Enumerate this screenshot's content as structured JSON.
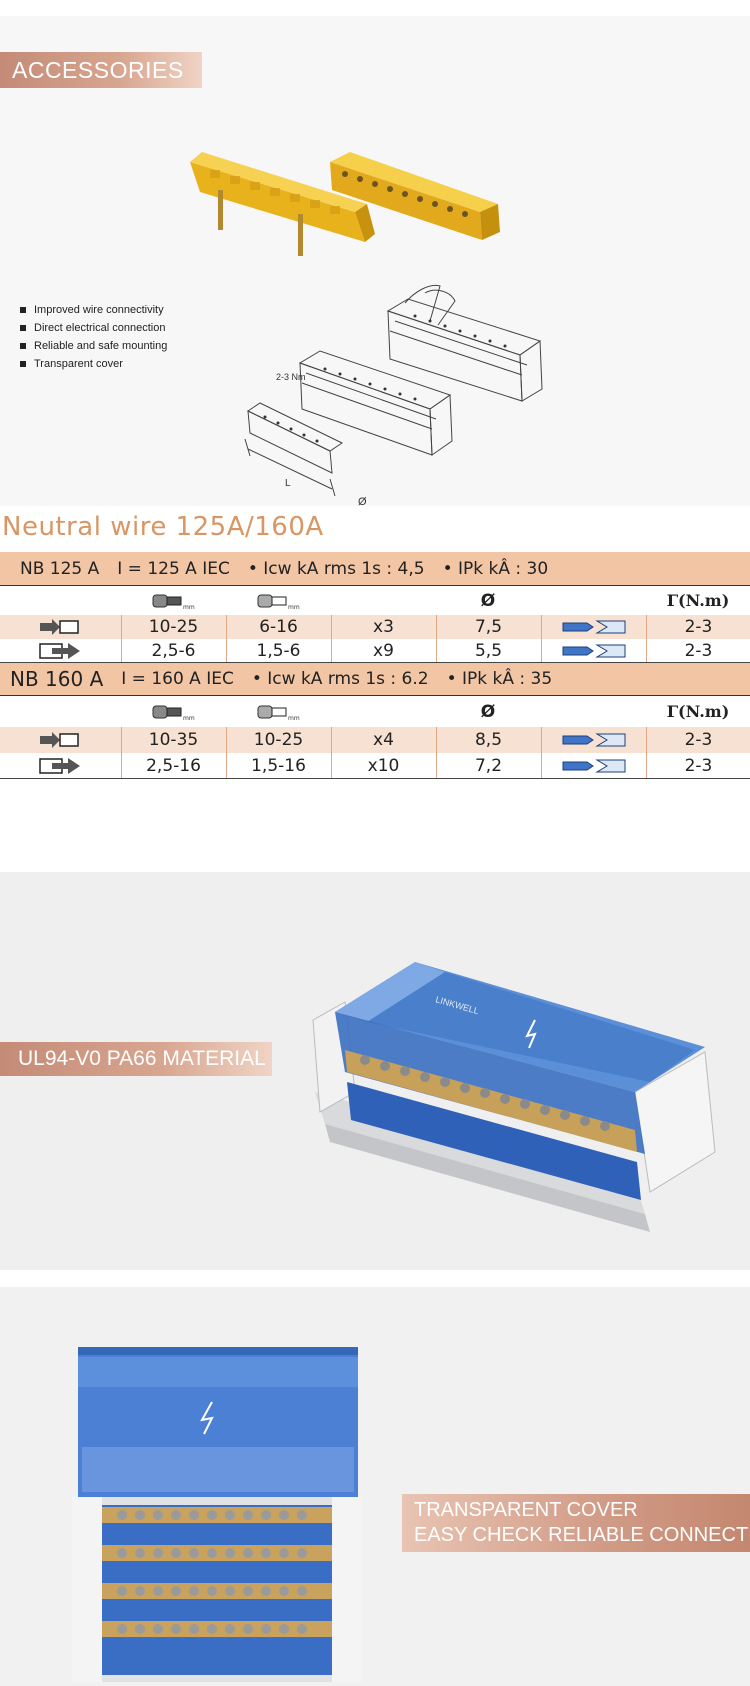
{
  "accessories": {
    "banner": "ACCESSORIES",
    "features": [
      "Improved wire connectivity",
      "Direct electrical connection",
      "Reliable and safe mounting",
      "Transparent cover"
    ],
    "diagram_labels": {
      "torque": "2-3 Nm",
      "length": "L",
      "diameter": "Ø"
    }
  },
  "spec": {
    "title": "Neutral wire 125A/160A",
    "icon_headers": {
      "diameter": "Ø",
      "torque": "Γ(N.m)"
    },
    "groups": [
      {
        "header": [
          "NB 125 A",
          "I = 125 A IEC",
          "• Icw kA rms 1s : 4,5",
          "• IPk kÂ : 30"
        ],
        "rows": [
          {
            "c1": "10-25",
            "c2": "6-16",
            "c3": "x3",
            "c4": "7,5",
            "c6": "2-3"
          },
          {
            "c1": "2,5-6",
            "c2": "1,5-6",
            "c3": "x9",
            "c4": "5,5",
            "c6": "2-3"
          }
        ]
      },
      {
        "header": [
          "NB 160 A",
          "I = 160 A IEC",
          "• Icw kA rms 1s : 6.2",
          "• IPk kÂ : 35"
        ],
        "rows": [
          {
            "c1": "10-35",
            "c2": "10-25",
            "c3": "x4",
            "c4": "8,5",
            "c6": "2-3"
          },
          {
            "c1": "2,5-16",
            "c2": "1,5-16",
            "c3": "x10",
            "c4": "7,2",
            "c6": "2-3"
          }
        ]
      }
    ]
  },
  "material": {
    "banner": "UL94-V0 PA66 MATERIAL",
    "brand": "LINKWELL"
  },
  "cover": {
    "banner_line1": "TRANSPARENT COVER",
    "banner_line2": "EASY CHECK RELIABLE CONNECTION"
  },
  "colors": {
    "accent": "#d99664",
    "header_bg": "#f2c5a4",
    "row_bg": "#f7e1d2",
    "cover_blue": "#3f74c7"
  }
}
